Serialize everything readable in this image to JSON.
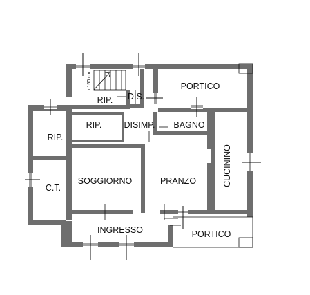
{
  "rooms": {
    "portico_top": "PORTICO",
    "rip_top": "RIP.",
    "dis": "DIS.",
    "rip_left": "RIP.",
    "rip_mid": "RIP.",
    "disimp": "DISIMP.",
    "bagno": "BAGNO",
    "ct": "C.T.",
    "soggiorno": "SOGGIORNO",
    "pranzo": "PRANZO",
    "cucinino": "CUCININO",
    "ingresso": "INGRESSO",
    "portico_bottom": "PORTICO"
  },
  "annotations": {
    "stair_height": "h 150 cm"
  }
}
